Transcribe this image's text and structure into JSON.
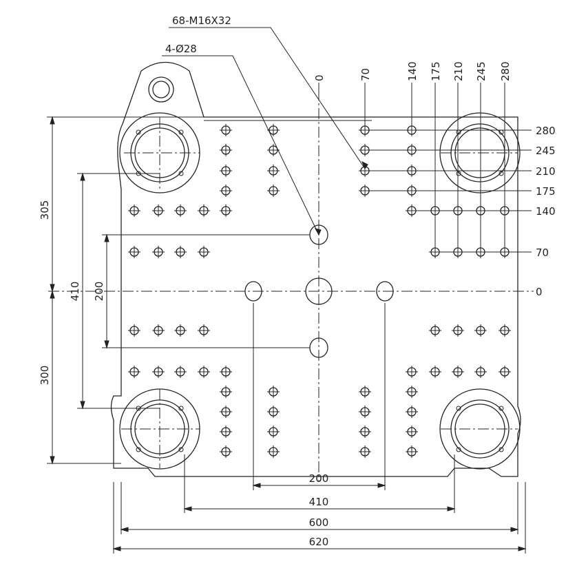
{
  "labels": {
    "thread_callout": "68-M16X32",
    "hole_callout": "4-Ø28",
    "horizontal_dims": [
      "200",
      "410",
      "600",
      "620"
    ],
    "vertical_dims": [
      "305",
      "410",
      "200",
      "300"
    ],
    "top_coords": [
      "0",
      "70",
      "140",
      "175",
      "210",
      "245",
      "280"
    ],
    "right_coords": [
      "280",
      "245",
      "210",
      "175",
      "140",
      "70",
      "0"
    ]
  }
}
